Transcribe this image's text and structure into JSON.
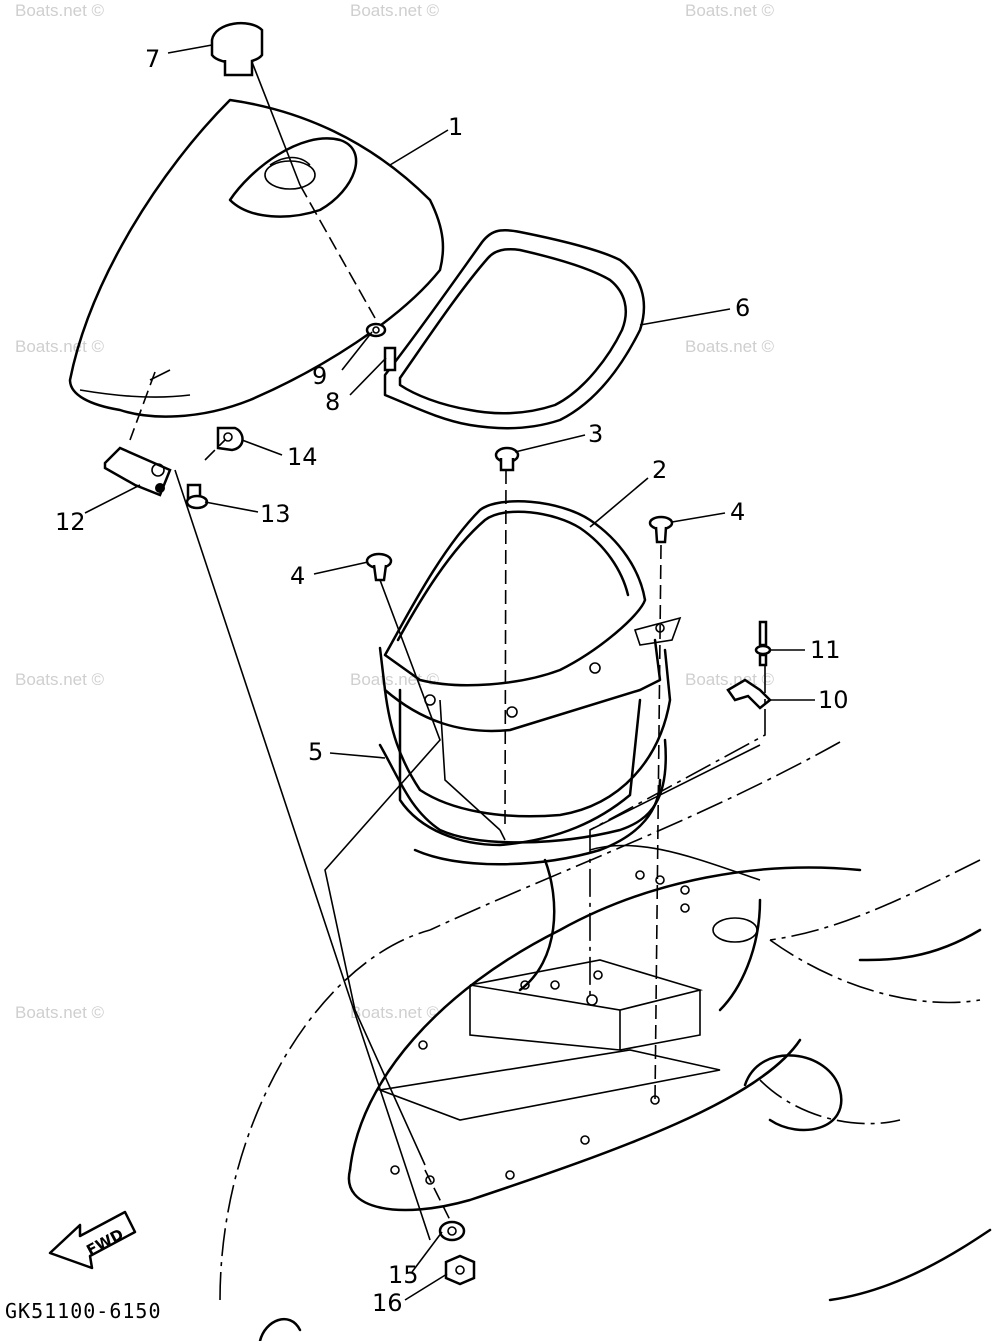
{
  "watermark": {
    "text": "Boats.net ©"
  },
  "diagram_code": "GK51100-6150",
  "direction_label": "FWD",
  "parts": [
    {
      "id": "p1",
      "number": "1"
    },
    {
      "id": "p2",
      "number": "2"
    },
    {
      "id": "p3",
      "number": "3"
    },
    {
      "id": "p4a",
      "number": "4"
    },
    {
      "id": "p4b",
      "number": "4"
    },
    {
      "id": "p5",
      "number": "5"
    },
    {
      "id": "p6",
      "number": "6"
    },
    {
      "id": "p7",
      "number": "7"
    },
    {
      "id": "p8",
      "number": "8"
    },
    {
      "id": "p9",
      "number": "9"
    },
    {
      "id": "p10",
      "number": "10"
    },
    {
      "id": "p11",
      "number": "11"
    },
    {
      "id": "p12",
      "number": "12"
    },
    {
      "id": "p13",
      "number": "13"
    },
    {
      "id": "p14",
      "number": "14"
    },
    {
      "id": "p15",
      "number": "15"
    },
    {
      "id": "p16",
      "number": "16"
    }
  ]
}
